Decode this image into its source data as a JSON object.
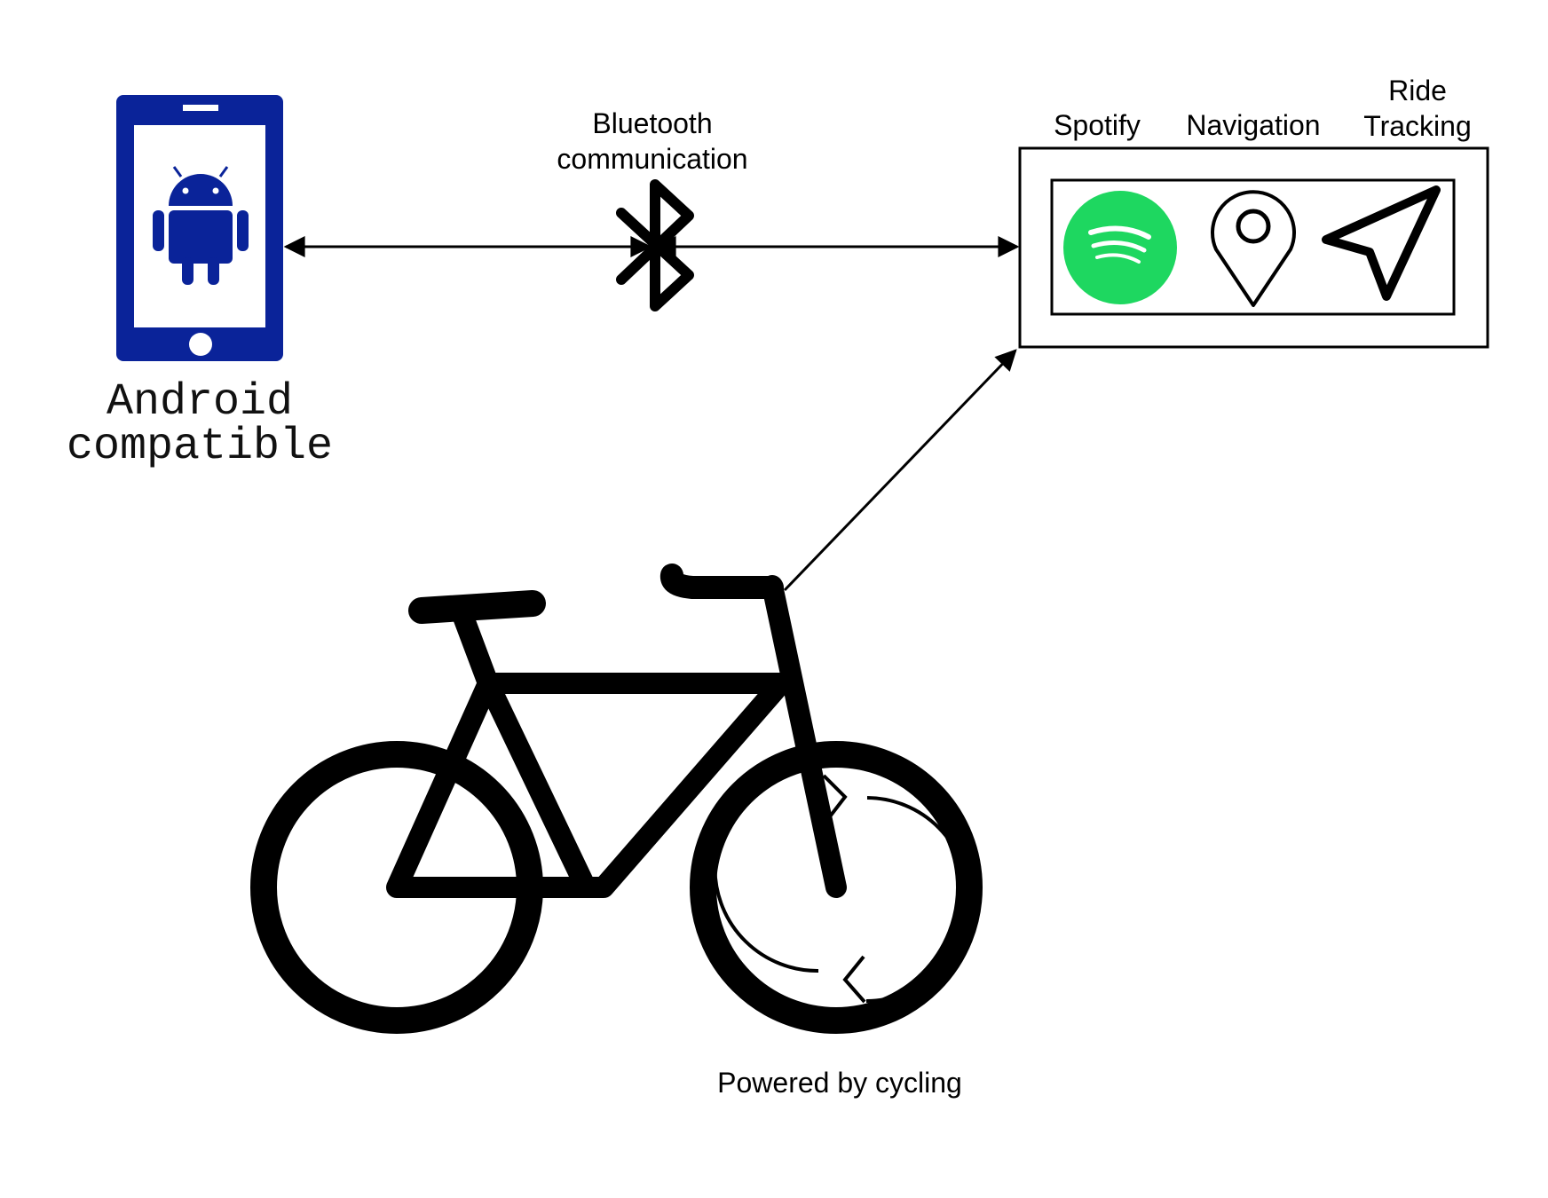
{
  "phone": {
    "caption_line1": "Android",
    "caption_line2": "compatible",
    "color": "#0a2399"
  },
  "bluetooth": {
    "label_line1": "Bluetooth",
    "label_line2": "communication"
  },
  "device": {
    "features": [
      {
        "label": "Spotify",
        "icon": "spotify-icon",
        "color": "#1ed760"
      },
      {
        "label": "Navigation",
        "icon": "map-pin-icon"
      },
      {
        "label_line1": "Ride",
        "label_line2": "Tracking",
        "icon": "navigation-arrow-icon"
      }
    ]
  },
  "bicycle": {
    "caption": "Powered by cycling",
    "icon": "bicycle-icon",
    "overlay_icon": "cycle-arrows-icon"
  }
}
